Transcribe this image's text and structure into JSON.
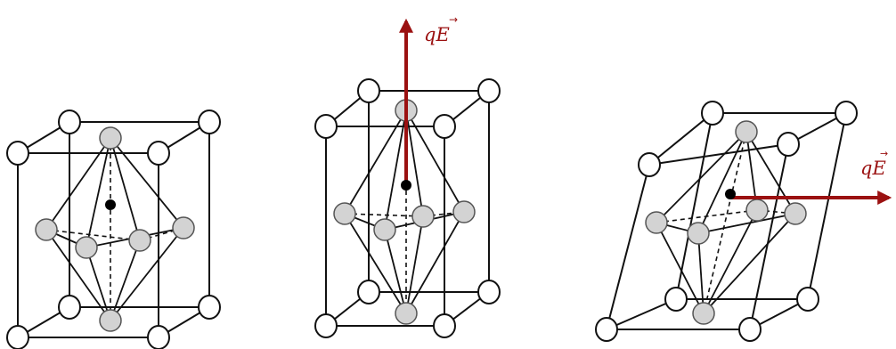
{
  "figure": {
    "field_labels": {
      "middle_arrow": "qE",
      "right_arrow": "qE"
    },
    "cells": [
      {
        "id": "undistorted",
        "field_direction": "none",
        "central_ion": "centered"
      },
      {
        "id": "vertical-field",
        "field_direction": "up",
        "central_ion": "displaced"
      },
      {
        "id": "horizontal-field",
        "field_direction": "right",
        "central_ion": "displaced"
      }
    ],
    "colors": {
      "field_arrow": "#9b1111",
      "corner_atom_fill": "#ffffff",
      "octahedron_atom_fill": "#d3d3d3",
      "central_ion_fill": "#000000"
    }
  }
}
